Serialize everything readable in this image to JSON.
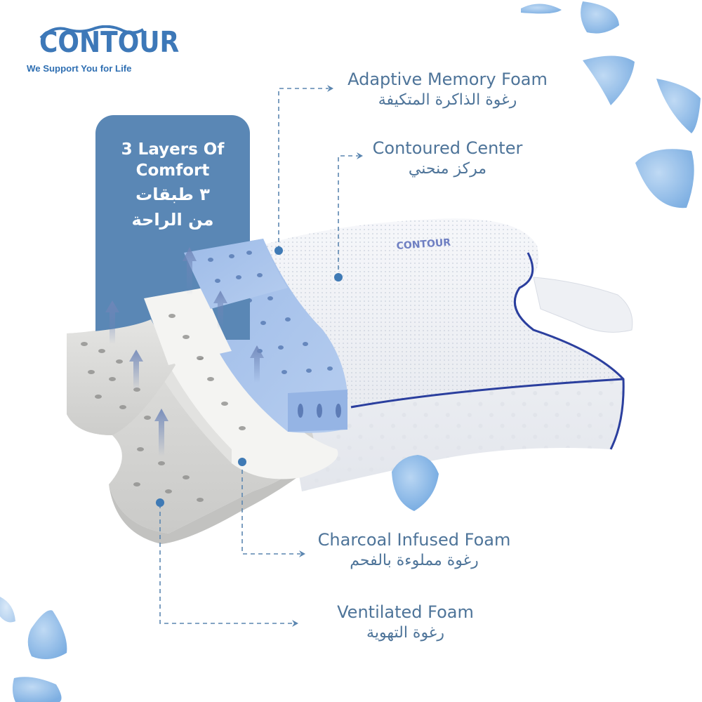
{
  "brand": {
    "logo_text": "CONTOUR",
    "tagline": "We Support You for Life",
    "color": "#3d78b8"
  },
  "headline_box": {
    "title_en_line1": "3 Layers Of",
    "title_en_line2": "Comfort",
    "title_ar_line1": "٣ طبقات",
    "title_ar_line2": "من الراحة",
    "background": "#5a87b5"
  },
  "callouts": [
    {
      "id": "adaptive",
      "label_en": "Adaptive Memory Foam",
      "label_ar": "رغوة الذاكرة المتكيفة"
    },
    {
      "id": "contoured",
      "label_en": "Contoured Center",
      "label_ar": "مركز منحني"
    },
    {
      "id": "charcoal",
      "label_en": "Charcoal Infused Foam",
      "label_ar": "رغوة مملوءة بالفحم"
    },
    {
      "id": "ventilated",
      "label_en": "Ventilated Foam",
      "label_ar": "رغوة التهوية"
    }
  ],
  "colors": {
    "text": "#4e7499",
    "connector": "#5b86b0",
    "dot": "#3f7ab5",
    "petal": "#8cbbe8",
    "memory_foam": "#a9c4ea",
    "white_foam": "#f2f2f0",
    "grey_foam": "#dadad8",
    "piping": "#2b3f9e"
  },
  "product": {
    "name": "Contour cervical pillow layered cutaway",
    "embroidered_logo": "CONTOUR"
  }
}
